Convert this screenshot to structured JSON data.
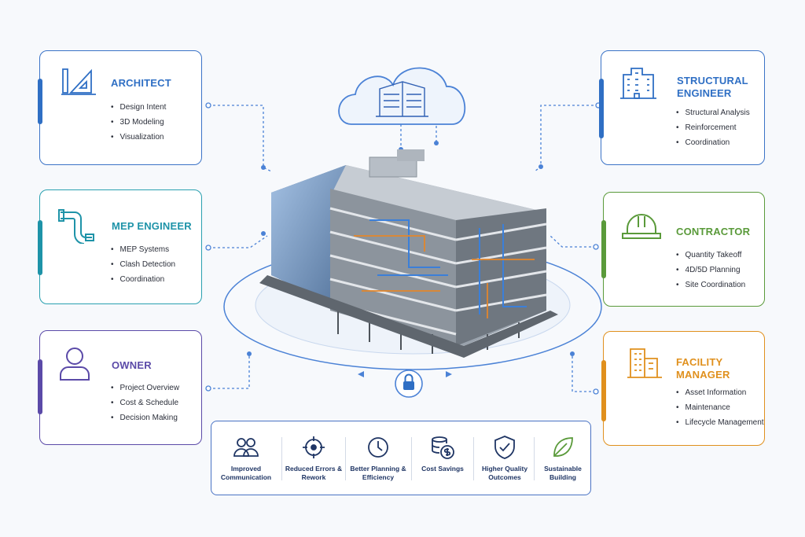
{
  "roles": [
    {
      "title": "ARCHITECT",
      "items": [
        "Design Intent",
        "3D Modeling",
        "Visualization"
      ],
      "color": "#2f6fc4",
      "icon": "drafting-tools-icon"
    },
    {
      "title": "MEP ENGINEER",
      "items": [
        "MEP Systems",
        "Clash Detection",
        "Coordination"
      ],
      "color": "#1e93a8",
      "icon": "pipe-icon"
    },
    {
      "title": "OWNER",
      "items": [
        "Project Overview",
        "Cost & Schedule",
        "Decision Making"
      ],
      "color": "#5b4aa8",
      "icon": "person-icon"
    },
    {
      "title": "STRUCTURAL ENGINEER",
      "items": [
        "Structural Analysis",
        "Reinforcement",
        "Coordination"
      ],
      "color": "#2f6fc4",
      "icon": "building-icon"
    },
    {
      "title": "CONTRACTOR",
      "items": [
        "Quantity Takeoff",
        "4D/5D Planning",
        "Site Coordination"
      ],
      "color": "#5a9a3a",
      "icon": "hard-hat-icon"
    },
    {
      "title": "FACILITY MANAGER",
      "items": [
        "Asset Information",
        "Maintenance",
        "Lifecycle Management"
      ],
      "color": "#e0901d",
      "icon": "office-building-icon"
    }
  ],
  "benefits": [
    {
      "label": "Improved Communication",
      "icon": "people-icon"
    },
    {
      "label": "Reduced Errors & Rework",
      "icon": "target-icon"
    },
    {
      "label": "Better Planning & Efficiency",
      "icon": "clock-icon"
    },
    {
      "label": "Cost Savings",
      "icon": "coins-icon"
    },
    {
      "label": "Higher Quality Outcomes",
      "icon": "shield-check-icon"
    },
    {
      "label": "Sustainable Building",
      "icon": "leaf-icon"
    }
  ],
  "center": {
    "cloud_icon": "cloud-building-icon",
    "lock_icon": "lock-icon",
    "model": "bim-building-model"
  }
}
